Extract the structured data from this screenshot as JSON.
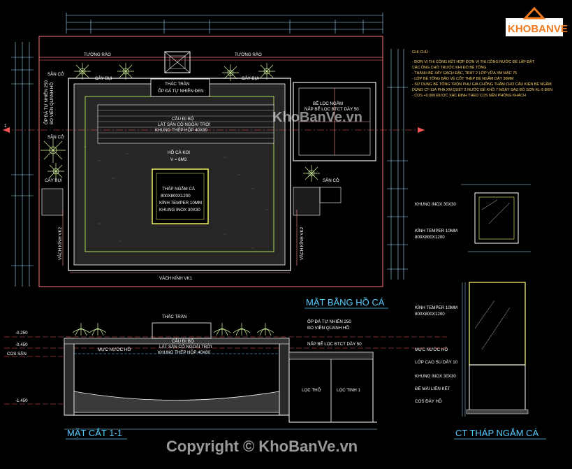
{
  "logo": {
    "brand": "KHOBANVE"
  },
  "watermark": "KhoBanVe.vn",
  "copyright": "Copyright © KhoBanVe.vn",
  "plan": {
    "title": "MẶT BẰNG HỒ CÁ",
    "fence_left": "TƯỜNG RÀO",
    "fence_right": "TƯỜNG RÀO",
    "lawn_left_top": "SÂN CỎ",
    "lawn_left_bottom": "SÂN CỎ",
    "lawn_right": "SÂN CỎ",
    "shrub_left": "CÂY BỤI",
    "shrub_right": "CÂY BỤI",
    "shrub_lower": "CÂY BỤI",
    "overflow_line1": "THÁC TRÀN",
    "overflow_line2": "ỐP ĐÁ TỰ NHIÊN ĐEN",
    "stone_line1": "ỐP ĐÁ TỰ NHIÊN 250",
    "stone_line2": "BO VIỀN QUANH HỒ",
    "bridge_line1": "CẦU ĐI BỘ",
    "bridge_line2": "LÁT SÀN CỎ NGOÀI TRỜI",
    "bridge_line3": "KHUNG THÉP HỘP 40X80",
    "pond_line1": "HỒ CÁ KOI",
    "pond_line2": "V = 6M3",
    "tower_line1": "THÁP NGẮM CÁ",
    "tower_line2": "800X800X1200",
    "tower_line3": "KÍNH TEMPER 10MM",
    "tower_line4": "KHUNG INOX 30X30",
    "filter_line1": "BỂ LỌC NGẦM",
    "filter_line2": "NẮP BỂ LỌC BTCT DÀY 50",
    "glass_left": "VÁCH KÍNH VK2",
    "glass_right": "VÁCH KÍNH VK2",
    "glass_bottom": "VÁCH KÍNH VK1",
    "section_mark": "1"
  },
  "notes": {
    "heading": "GHI CHÚ :",
    "items": [
      "- ĐƠN VỊ THI CÔNG KẾT HỢP ĐƠN VỊ THI CÔNG NƯỚC ĐỂ LẮP ĐẶT",
      "  CÁC ỐNG CHỜ TRƯỚC KHI ĐỔ BÊ TÔNG",
      "- THÀNH BỂ XÂY GẠCH ĐẶC, TRÁT 2 LỚP VỮA XM MÁC 75",
      "- LỚP BÊ TÔNG BẢO VỆ CỐT THÉP BỂ NGẦM DÀY 30MM",
      "- SỬ DỤNG BÊ TÔNG TRỘN PHỤ GIA CHỐNG THẤM CHO CẤU KIỆN BỂ NGẦM",
      "  DÙNG CT-11A PHA XM QUÉT 2 NƯỚC ĐỂ KHÔ 7 NGÀY SAU ĐÓ SƠN KL-5 ĐEN",
      "- COS +0.000 ĐƯỢC XÁC ĐỊNH THEO COS NỀN PHÒNG KHÁCH"
    ]
  },
  "section": {
    "title": "MẶT CẮT 1-1",
    "overflow": "THÁC TRÀN",
    "bridge_line1": "CẦU ĐI BỘ",
    "bridge_line2": "LÁT SÀN CỎ NGOÀI TRỜI",
    "bridge_line3": "KHUNG THÉP HỘP 40X80",
    "stone_line1": "ỐP ĐÁ TỰ NHIÊN 250",
    "stone_line2": "BO VIỀN QUANH HỒ",
    "water_level": "MỰC NƯỚC HỒ",
    "filter_cover": "NẮP BỂ LỌC BTCT DÀY 50",
    "level_top": "-0.250",
    "level_mid": "-0.450",
    "level_cos": "COS SÂN",
    "level_bottom": "-1.450",
    "coarse_filter": "LỌC THÔ",
    "fine_filter": "LỌC TINH 1"
  },
  "tower_detail": {
    "title": "CT THÁP NGẮM CÁ",
    "frame": "KHUNG INOX 30X30",
    "glass_line1": "KÍNH TEMPER 10MM",
    "glass_line2": "800X800X1200",
    "glass2_line1": "KÍNH TEMPER 10MM",
    "glass2_line2": "800X800X1200",
    "water_level": "MỰC NƯỚC HỒ",
    "rubber": "LỚP CAO SU DÀY 10",
    "frame2": "KHUNG INOX 30X30",
    "base": "ĐẾ MÀI LIÊN KẾT",
    "pond_bottom": "COS ĐÁY HỒ"
  }
}
